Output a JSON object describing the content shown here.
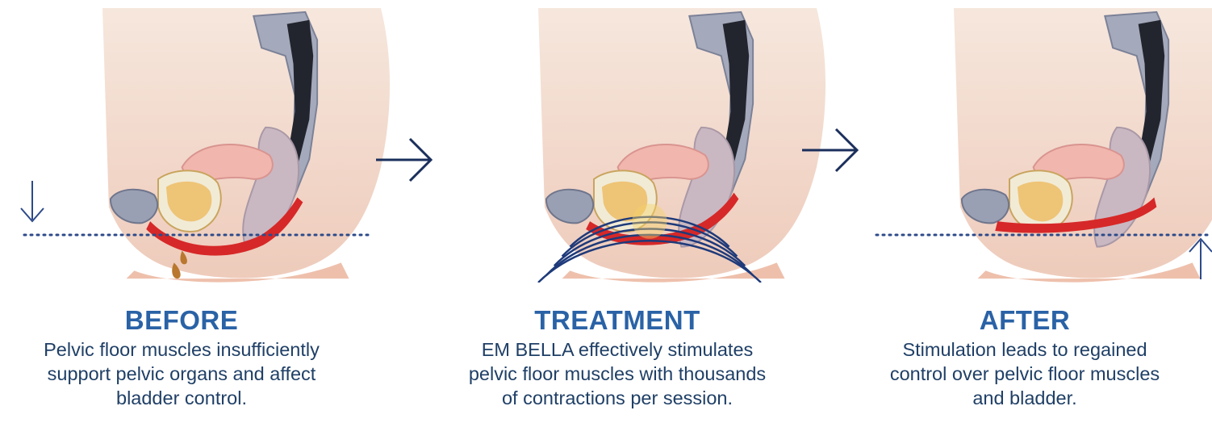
{
  "steps": [
    {
      "title": "BEFORE",
      "description": "Pelvic floor muscles insufficiently\nsupport pelvic organs and affect\nbladder control."
    },
    {
      "title": "TREATMENT",
      "description": "EM BELLA effectively stimulates\npelvic floor muscles with thousands\nof contractions per session."
    },
    {
      "title": "AFTER",
      "description": "Stimulation leads to regained\ncontrol over pelvic floor muscles\nand bladder."
    }
  ],
  "icons": {
    "flow_arrow": "arrow-right-icon",
    "down_indicator": "arrow-down-icon",
    "up_indicator": "arrow-up-icon"
  },
  "colors": {
    "title": "#2a62a6",
    "text": "#1f3f66",
    "arrow": "#1b2f5c",
    "muscle": "#d62828",
    "skin": "#f2d2c4",
    "bladder": "#f0c980",
    "uterus": "#f3b9b0",
    "bone": "#9aa0b3",
    "dotted_line": "#2d4a8a"
  }
}
